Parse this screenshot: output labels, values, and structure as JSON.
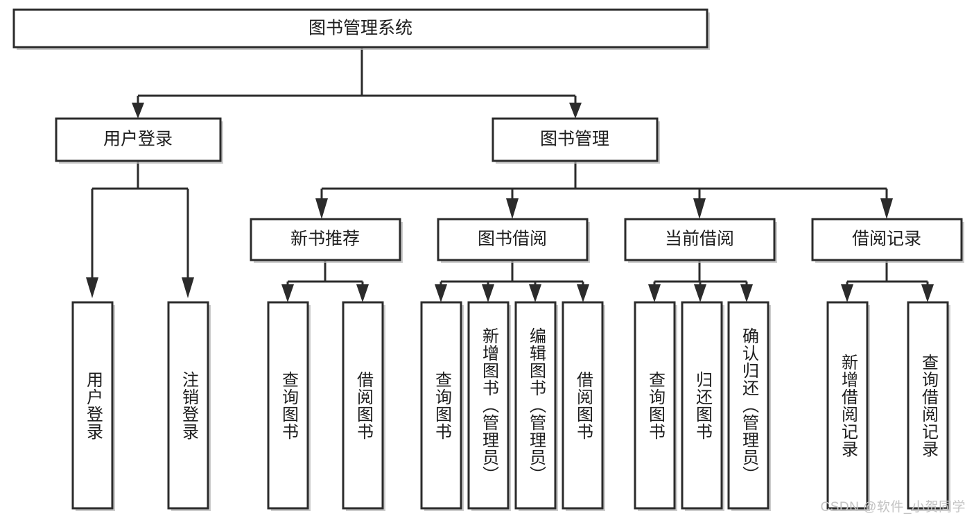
{
  "diagram": {
    "type": "tree-hierarchy",
    "title": "图书管理系统",
    "watermark": "CSDN @软件_小贺同学",
    "colors": {
      "stroke": "#2b2b2b",
      "fill": "#ffffff",
      "text": "#1d1d1d",
      "shadow": "#b9b9b9",
      "watermark": "#c3c3c3"
    },
    "levels": {
      "root": {
        "label": "图书管理系统"
      },
      "level2": [
        {
          "label": "用户登录"
        },
        {
          "label": "图书管理"
        }
      ],
      "level3": [
        {
          "label": "新书推荐"
        },
        {
          "label": "图书借阅"
        },
        {
          "label": "当前借阅"
        },
        {
          "label": "借阅记录"
        }
      ],
      "leaves": {
        "user_login": [
          {
            "label": "用户登录"
          },
          {
            "label": "注销登录"
          }
        ],
        "new_book": [
          {
            "label": "查询图书"
          },
          {
            "label": "借阅图书"
          }
        ],
        "book_borrow": [
          {
            "label": "查询图书"
          },
          {
            "label": "新增图书（管理员）"
          },
          {
            "label": "编辑图书（管理员）"
          },
          {
            "label": "借阅图书"
          }
        ],
        "current_borrow": [
          {
            "label": "查询图书"
          },
          {
            "label": "归还图书"
          },
          {
            "label": "确认归还（管理员）"
          }
        ],
        "borrow_record": [
          {
            "label": "新增借阅记录"
          },
          {
            "label": "查询借阅记录"
          }
        ]
      }
    }
  }
}
